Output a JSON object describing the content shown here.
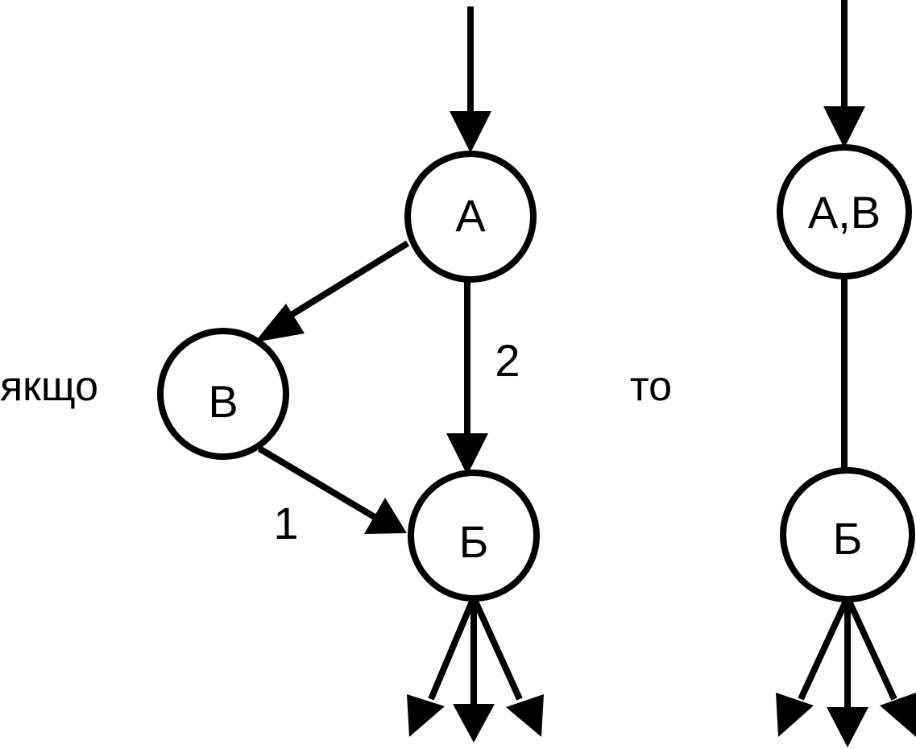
{
  "left_graph": {
    "nodes": {
      "a": "А",
      "v": "В",
      "b": "Б"
    },
    "edge_labels": {
      "a_to_b": "2",
      "v_to_b": "1"
    }
  },
  "right_graph": {
    "nodes": {
      "av": "А,В",
      "b": "Б"
    }
  },
  "words": {
    "if": "якщо",
    "then": "то"
  }
}
